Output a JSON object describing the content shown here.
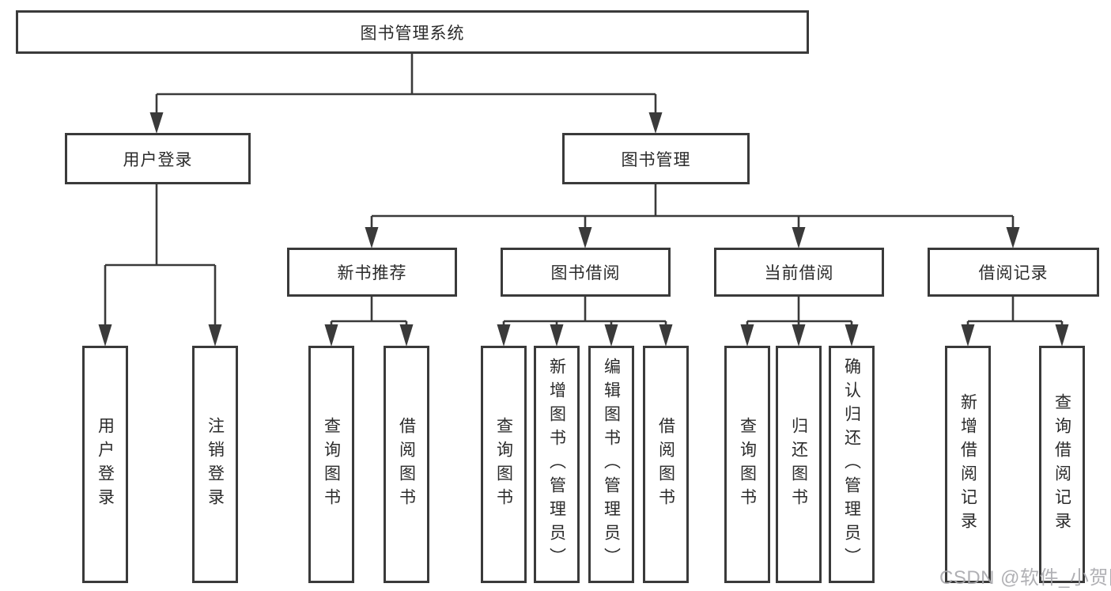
{
  "diagram": {
    "root": {
      "label": "图书管理系统"
    },
    "level2": [
      {
        "label": "用户登录",
        "children": [
          "用户登录",
          "注销登录"
        ]
      },
      {
        "label": "图书管理",
        "children": [
          {
            "label": "新书推荐",
            "children": [
              "查询图书",
              "借阅图书"
            ]
          },
          {
            "label": "图书借阅",
            "children": [
              "查询图书",
              "新增图书（管理员）",
              "编辑图书（管理员）",
              "借阅图书"
            ]
          },
          {
            "label": "当前借阅",
            "children": [
              "查询图书",
              "归还图书",
              "确认归还（管理员）"
            ]
          },
          {
            "label": "借阅记录",
            "children": [
              "新增借阅记录",
              "查询借阅记录"
            ]
          }
        ]
      }
    ]
  },
  "watermark": {
    "text": "CSDN @软件_小贺同学"
  },
  "colors": {
    "line": "#3a3a3a",
    "text": "#2b2b2b",
    "box_bg": "#ffffff",
    "page_bg": "#ffffff",
    "watermark": "#a8a8ac"
  }
}
